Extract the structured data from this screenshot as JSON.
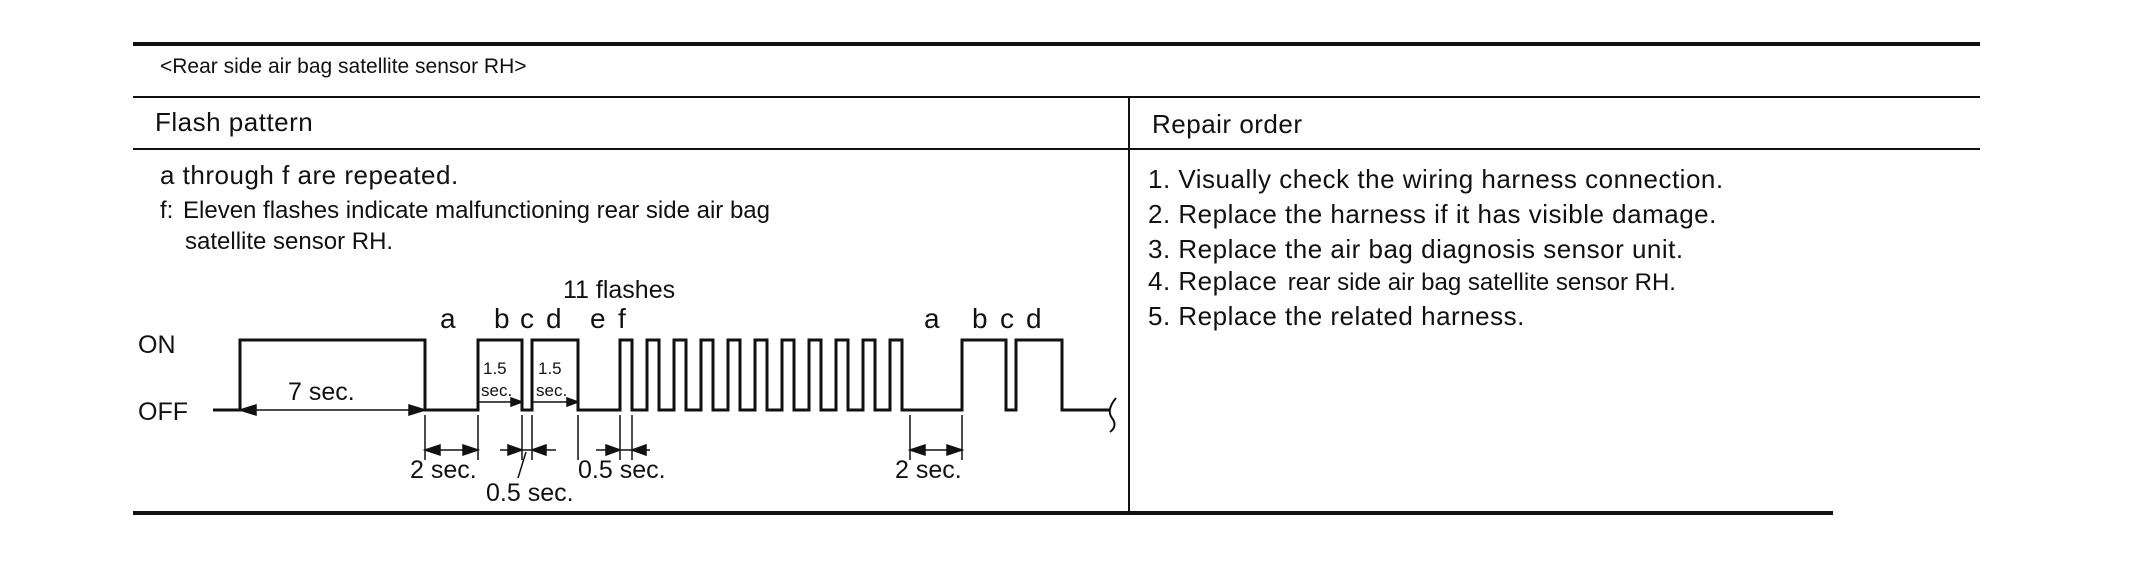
{
  "section_title": "<Rear side air bag satellite sensor RH>",
  "headers": {
    "flash_pattern": "Flash pattern",
    "repair_order": "Repair order"
  },
  "flash": {
    "repeat_note": "a through f are repeated.",
    "f_prefix": "f:",
    "f_line1": "Eleven flashes indicate malfunctioning rear side air bag",
    "f_line2": "satellite sensor RH."
  },
  "diagram": {
    "on_label": "ON",
    "off_label": "OFF",
    "flashes_label": "11 flashes",
    "label_a": "a",
    "label_b": "b",
    "label_c": "c",
    "label_d": "d",
    "label_e": "e",
    "label_f": "f",
    "label_a2": "a",
    "label_b2": "b",
    "label_c2": "c",
    "label_d2": "d",
    "dur_7": "7 sec.",
    "dur_2": "2 sec.",
    "dur_1_5_num": "1.5",
    "dur_1_5_unit": "sec.",
    "dur_0_5": "0.5 sec.",
    "dur_0_5_ef": "0.5 sec.",
    "dur_2_second": "2 sec."
  },
  "repair_steps": [
    "1. Visually check the wiring harness connection.",
    "2. Replace the harness if it has visible damage.",
    "3. Replace the air bag diagnosis sensor unit."
  ],
  "step4_prefix": "4. Replace",
  "step4_suffix": "rear side air bag satellite sensor RH.",
  "step5": "5. Replace the related harness."
}
